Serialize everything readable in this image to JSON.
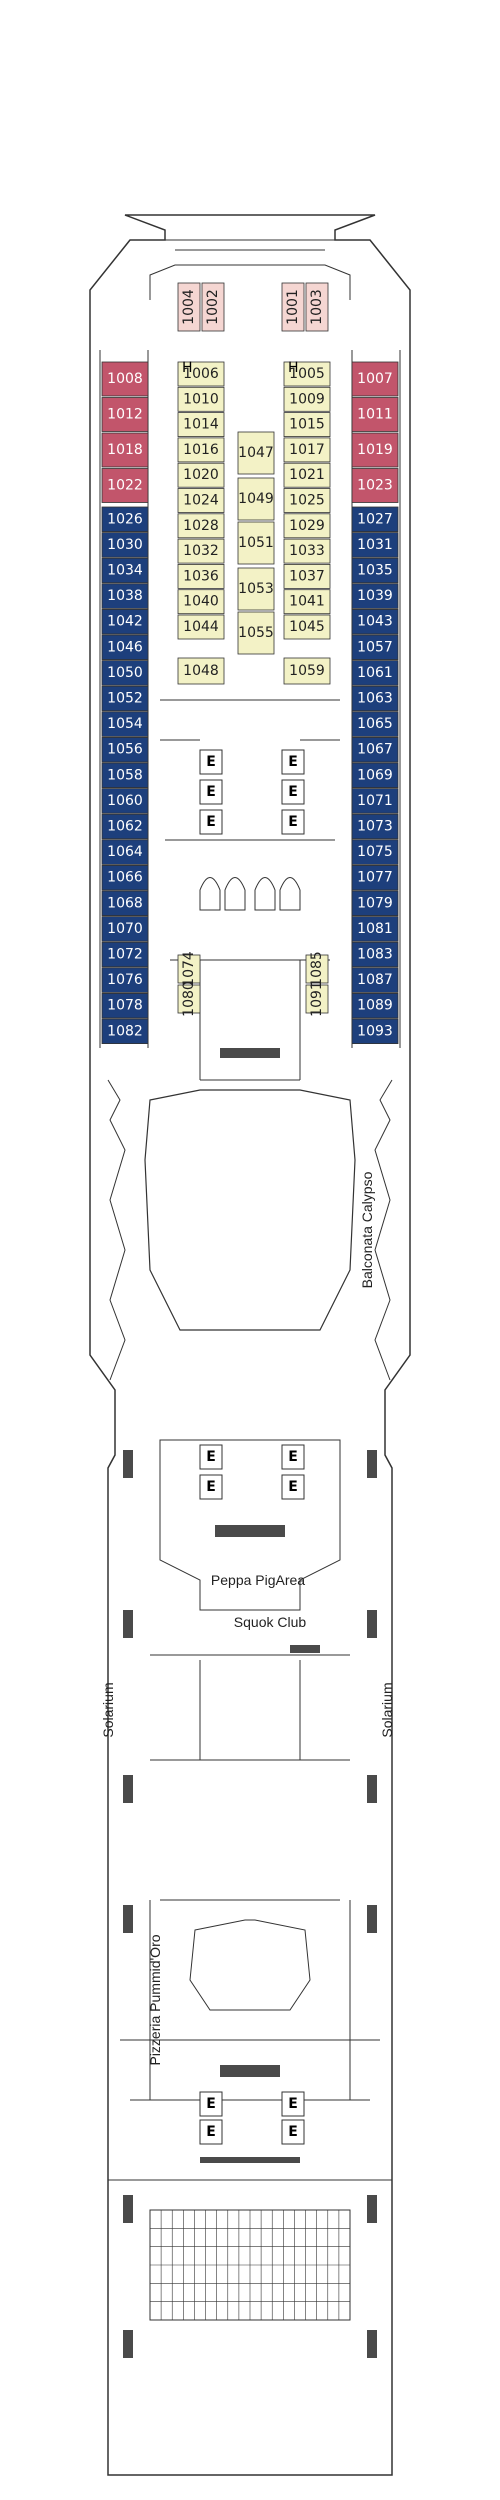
{
  "colors": {
    "red": "#c2556b",
    "blue": "#1d3f7c",
    "yellow": "#f3f2c6",
    "pink": "#f5d6d2",
    "outline": "#333333",
    "dark": "#4a4a4a"
  },
  "cabins": {
    "front": [
      "1004",
      "1002",
      "1001",
      "1003"
    ],
    "left_red": [
      "1008",
      "1012",
      "1018",
      "1022"
    ],
    "left_blue": [
      "1026",
      "1030",
      "1034",
      "1038",
      "1042",
      "1046",
      "1050",
      "1052",
      "1054",
      "1056",
      "1058",
      "1060",
      "1062",
      "1064",
      "1066",
      "1068",
      "1070",
      "1072",
      "1076",
      "1078",
      "1082"
    ],
    "right_red": [
      "1007",
      "1011",
      "1019",
      "1023"
    ],
    "right_blue": [
      "1027",
      "1031",
      "1035",
      "1039",
      "1043",
      "1057",
      "1061",
      "1063",
      "1065",
      "1067",
      "1069",
      "1071",
      "1073",
      "1075",
      "1077",
      "1079",
      "1081",
      "1083",
      "1087",
      "1089",
      "1093"
    ],
    "inner_left": [
      "1006",
      "1010",
      "1014",
      "1016",
      "1020",
      "1024",
      "1028",
      "1032",
      "1036",
      "1040",
      "1044"
    ],
    "inner_right": [
      "1005",
      "1009",
      "1015",
      "1017",
      "1021",
      "1025",
      "1029",
      "1033",
      "1037",
      "1041",
      "1045"
    ],
    "center": [
      "1047",
      "1049",
      "1051",
      "1053",
      "1055"
    ],
    "lower_inner": [
      "1048",
      "1059"
    ],
    "small_vertical": [
      "1074",
      "1085",
      "1080",
      "1091"
    ]
  },
  "elevator_label": "E",
  "accessible_label": "H",
  "areas": {
    "balconata": "Balconata Calypso",
    "peppa": "Peppa PigArea",
    "squok": "Squok Club",
    "solarium_left": "Solarium",
    "solarium_right": "Solarium",
    "pizzeria": "Pizzeria Pummid'Oro"
  }
}
